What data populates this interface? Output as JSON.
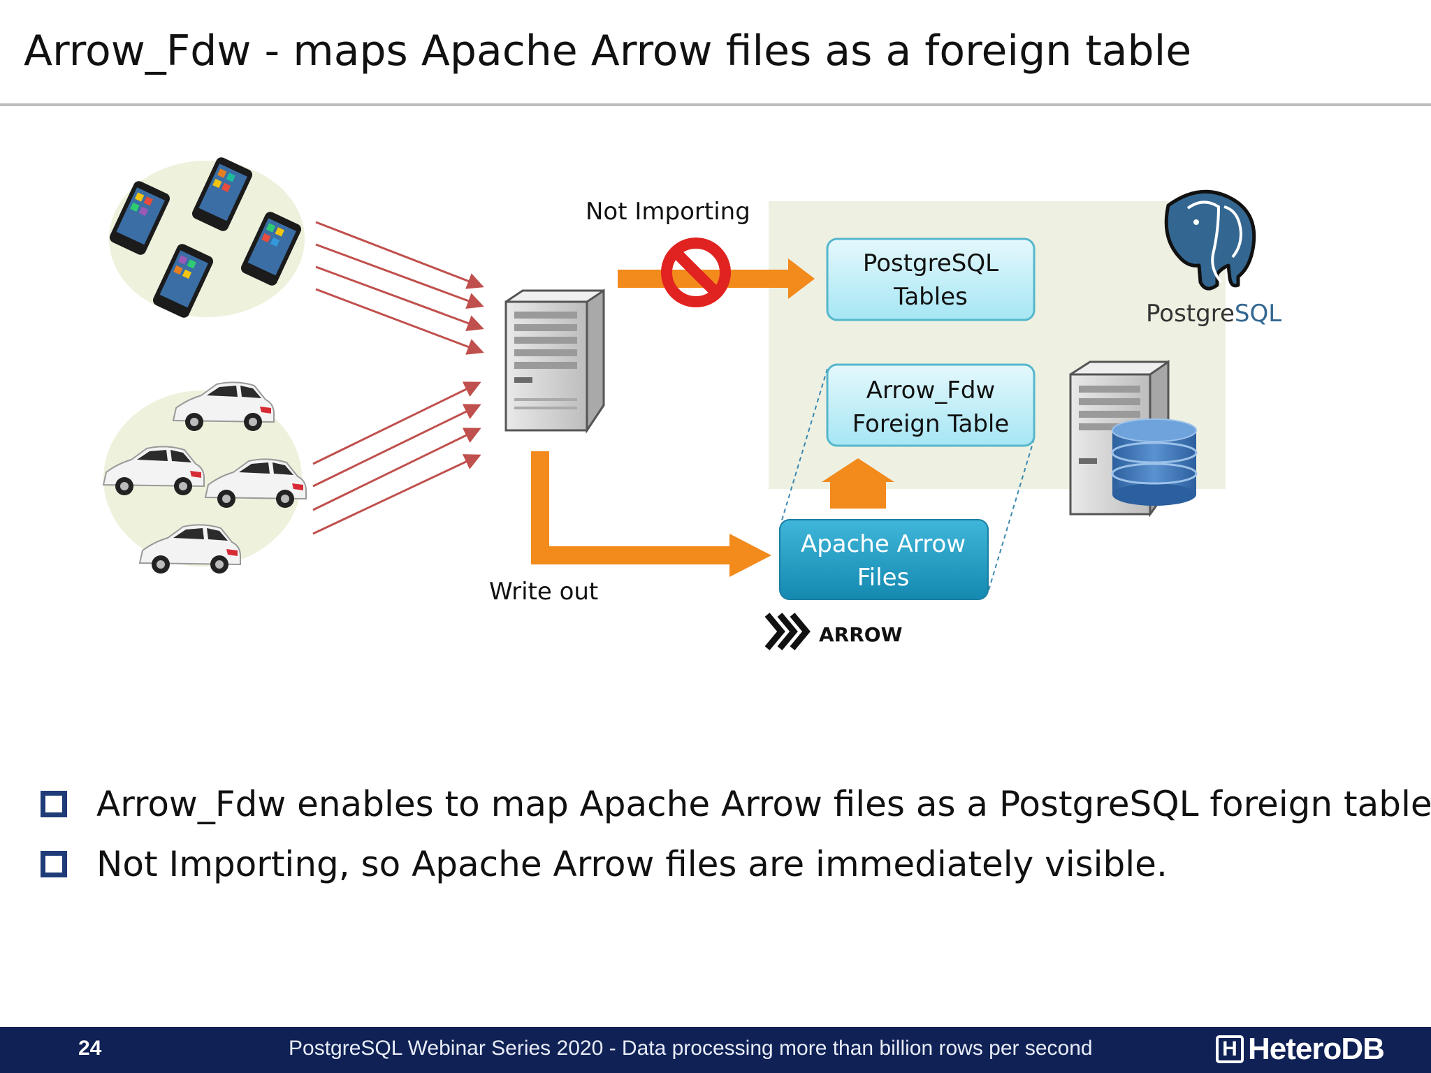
{
  "slide": {
    "title": "Arrow_Fdw - maps Apache Arrow files as a foreign table"
  },
  "diagram": {
    "label_not_importing": "Not Importing",
    "label_write_out": "Write out",
    "pg_tables": [
      "PostgreSQL",
      "Tables"
    ],
    "arrow_fdw": [
      "Arrow_Fdw",
      "Foreign Table"
    ],
    "arrow_files": [
      "Apache Arrow",
      "Files"
    ],
    "arrow_logo_text": "ARROW",
    "postgres_logo": {
      "part1": "Postgre",
      "part2": "SQL"
    },
    "colors": {
      "orange": "#f28a1c",
      "red_arrows": "#c0504d",
      "pg_box": "#bfeef8",
      "arrow_box": "#1c9cc4",
      "pg_panel": "#eef0e2",
      "pg_blue": "#336791"
    }
  },
  "bullets": [
    "Arrow_Fdw enables to map Apache Arrow files as a PostgreSQL foreign table.",
    "Not Importing, so Apache Arrow files are immediately visible."
  ],
  "footer": {
    "page_number": "24",
    "text": "PostgreSQL Webinar Series 2020 - Data processing more than billion rows per second",
    "logo_mark": "H",
    "logo_text": "HeteroDB"
  }
}
